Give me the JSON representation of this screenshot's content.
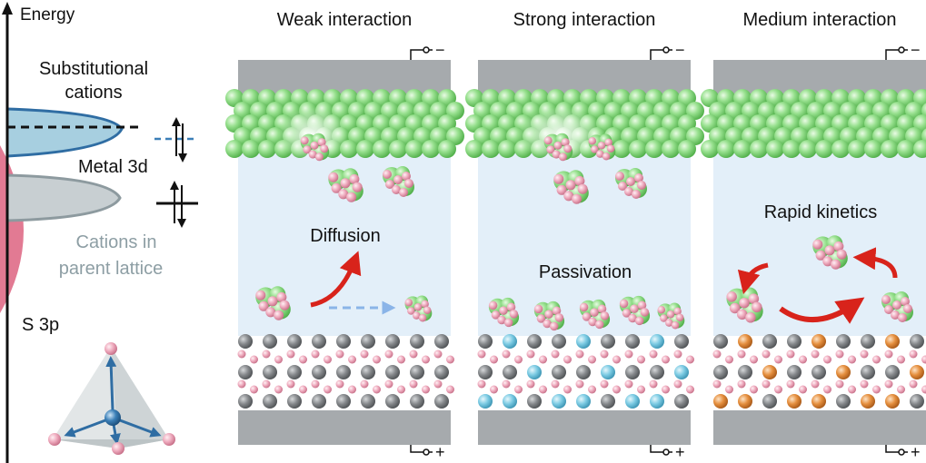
{
  "energy_panel": {
    "axis_label": "Energy",
    "substitutional_label_line1": "Substitutional",
    "substitutional_label_line2": "cations",
    "metal3d_label": "Metal 3d",
    "parent_label_line1": "Cations in",
    "parent_label_line2": "parent lattice",
    "s3p_label": "S 3p"
  },
  "panels": [
    {
      "title": "Weak interaction",
      "label": "Diffusion",
      "terminal_top": "−",
      "terminal_bottom": "+",
      "substrate_metal_color": "#7a7d80"
    },
    {
      "title": "Strong interaction",
      "label": "Passivation",
      "terminal_top": "−",
      "terminal_bottom": "+",
      "substrate_metal_color": "#6fc3dc"
    },
    {
      "title": "Medium interaction",
      "label": "Rapid kinetics",
      "terminal_top": "−",
      "terminal_bottom": "+",
      "substrate_metal_color": "#e08a3a"
    }
  ],
  "colors": {
    "electrode_green": "#8fdc8a",
    "electrolyte_blue": "#e3eff9",
    "collector_gray": "#a6aaad",
    "sulfur_pink": "#e9a4b8",
    "arrow_red": "#d8231b",
    "dashed_blue": "#8ab4e8",
    "substitutional_blue": "#a7cfe0",
    "parent_gray": "#c8cfd2",
    "s3p_pink": "#e27a93"
  }
}
